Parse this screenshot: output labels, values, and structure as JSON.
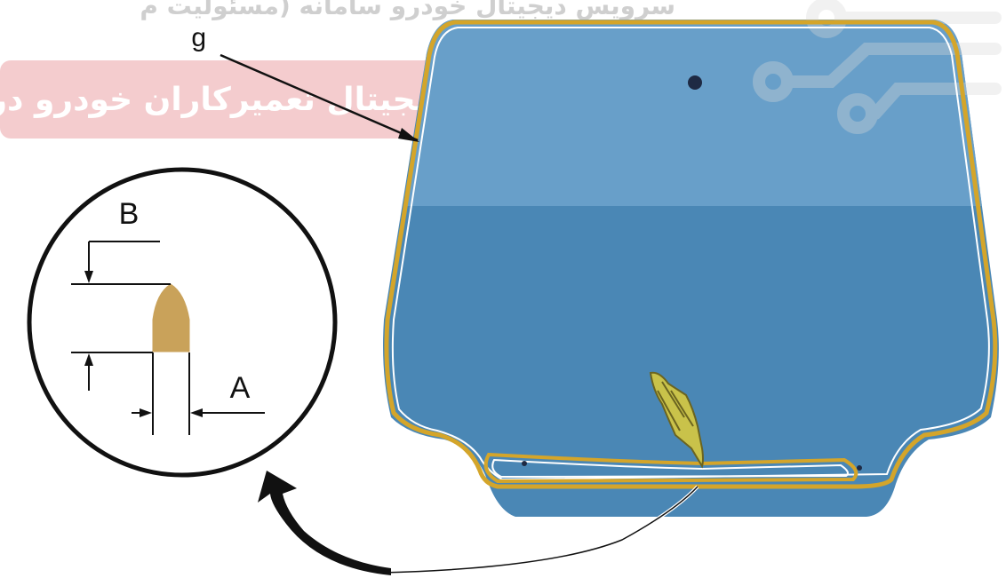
{
  "watermark": {
    "top_text": "سرویس دیجیتال خودرو سامانه (مسئولیت م",
    "banner_text": "اولین سامانه دیجیتال تعمیرکاران خودرو در",
    "banner_color": "#e8a3a8",
    "logo_icon": "circuit-logo-icon"
  },
  "labels": {
    "g": "g",
    "A": "A",
    "B": "B"
  },
  "colors": {
    "glass": "#4a87b5",
    "glass_upper": "#6a9fc8",
    "adhesive_bead": "#d4a52a",
    "outline": "#111111"
  }
}
